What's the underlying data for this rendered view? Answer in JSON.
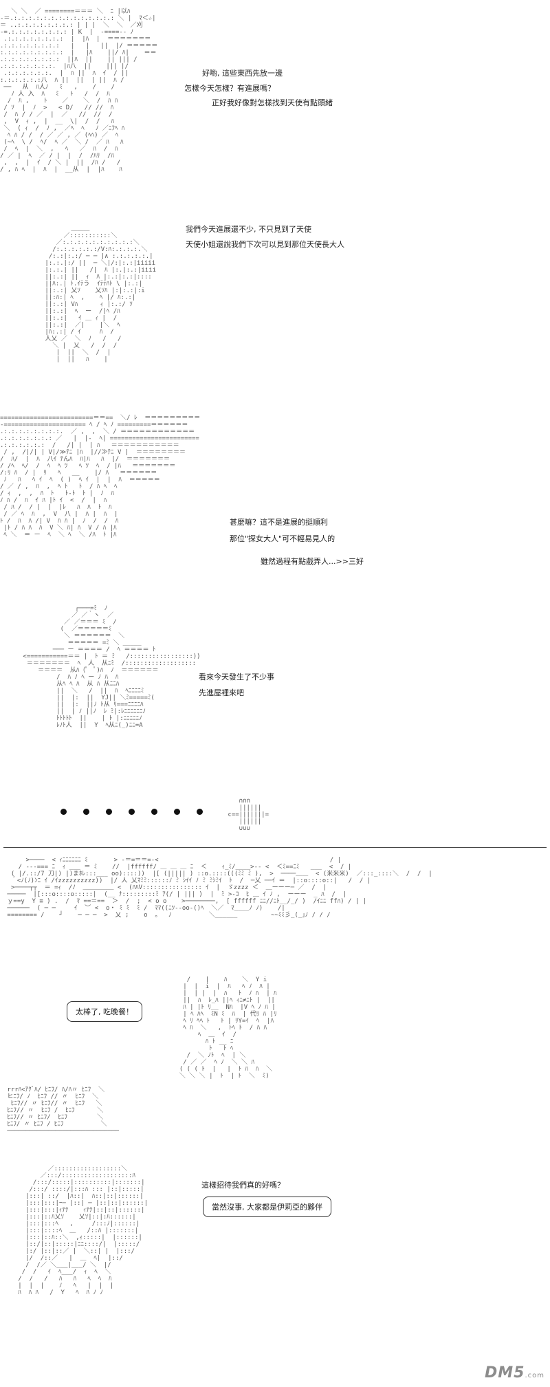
{
  "panel1": {
    "lines": [
      "好喲, 這些東西先放一邊",
      "怎樣今天怎樣？有進展嗎？",
      "正好我好像對怎樣找到天使有點頭緒"
    ]
  },
  "panel2": {
    "lines": [
      "我們今天進展還不少, 不只見到了天使",
      "天使小姐還說我們下次可以見到那位天使長大人"
    ]
  },
  "panel3": {
    "lines": [
      "甚麼嘛？這不是進展的挺順利",
      "那位\"探女大人\"可不輕易見人的",
      "雖然過程有點戲弄人...>>三好"
    ]
  },
  "panel4": {
    "lines": [
      "看來今天發生了不少事",
      "先進屋裡來吧"
    ]
  },
  "panel6": {
    "bubble": "太棒了, 吃晚餐！"
  },
  "panel7": {
    "question": "這樣招待我們真的好嗎？",
    "bubble": "當然沒事, 大家都是伊莉亞的夥伴"
  },
  "watermark": {
    "brand": "DM5",
    "domain": ".com"
  }
}
